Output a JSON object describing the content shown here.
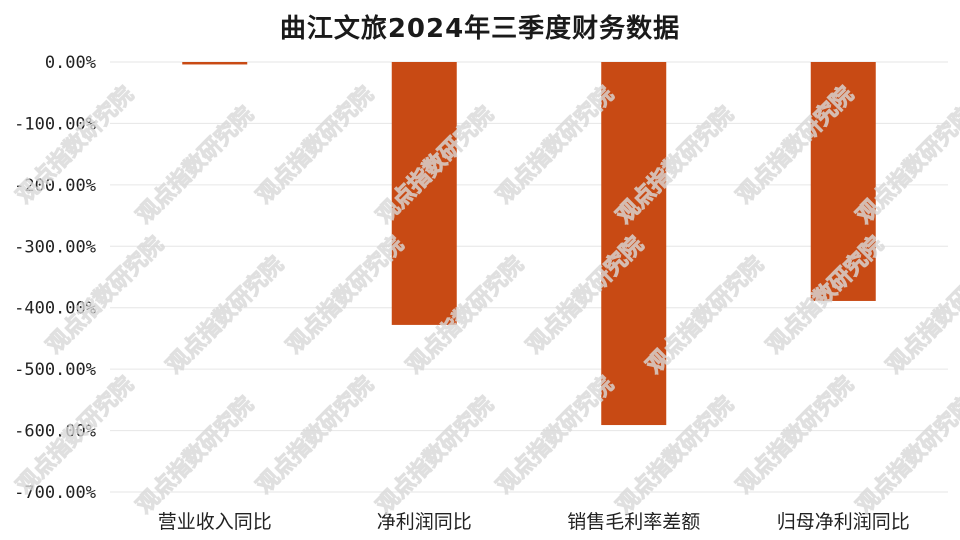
{
  "chart_data": {
    "type": "bar",
    "title": "曲江文旅2024年三季度财务数据",
    "categories": [
      "营业收入同比",
      "净利润同比",
      "销售毛利率差额",
      "归母净利润同比"
    ],
    "values": [
      -4.0,
      -428.0,
      -591.0,
      -389.0
    ],
    "ylim": [
      -700,
      0
    ],
    "yticks": [
      0,
      -100,
      -200,
      -300,
      -400,
      -500,
      -600,
      -700
    ],
    "ytick_labels": [
      "0.00%",
      "-100.00%",
      "-200.00%",
      "-300.00%",
      "-400.00%",
      "-500.00%",
      "-600.00%",
      "-700.00%"
    ],
    "bar_color": "#c84a14",
    "grid": true,
    "xlabel": "",
    "ylabel": ""
  },
  "watermark": {
    "text": "观点指数研究院"
  }
}
